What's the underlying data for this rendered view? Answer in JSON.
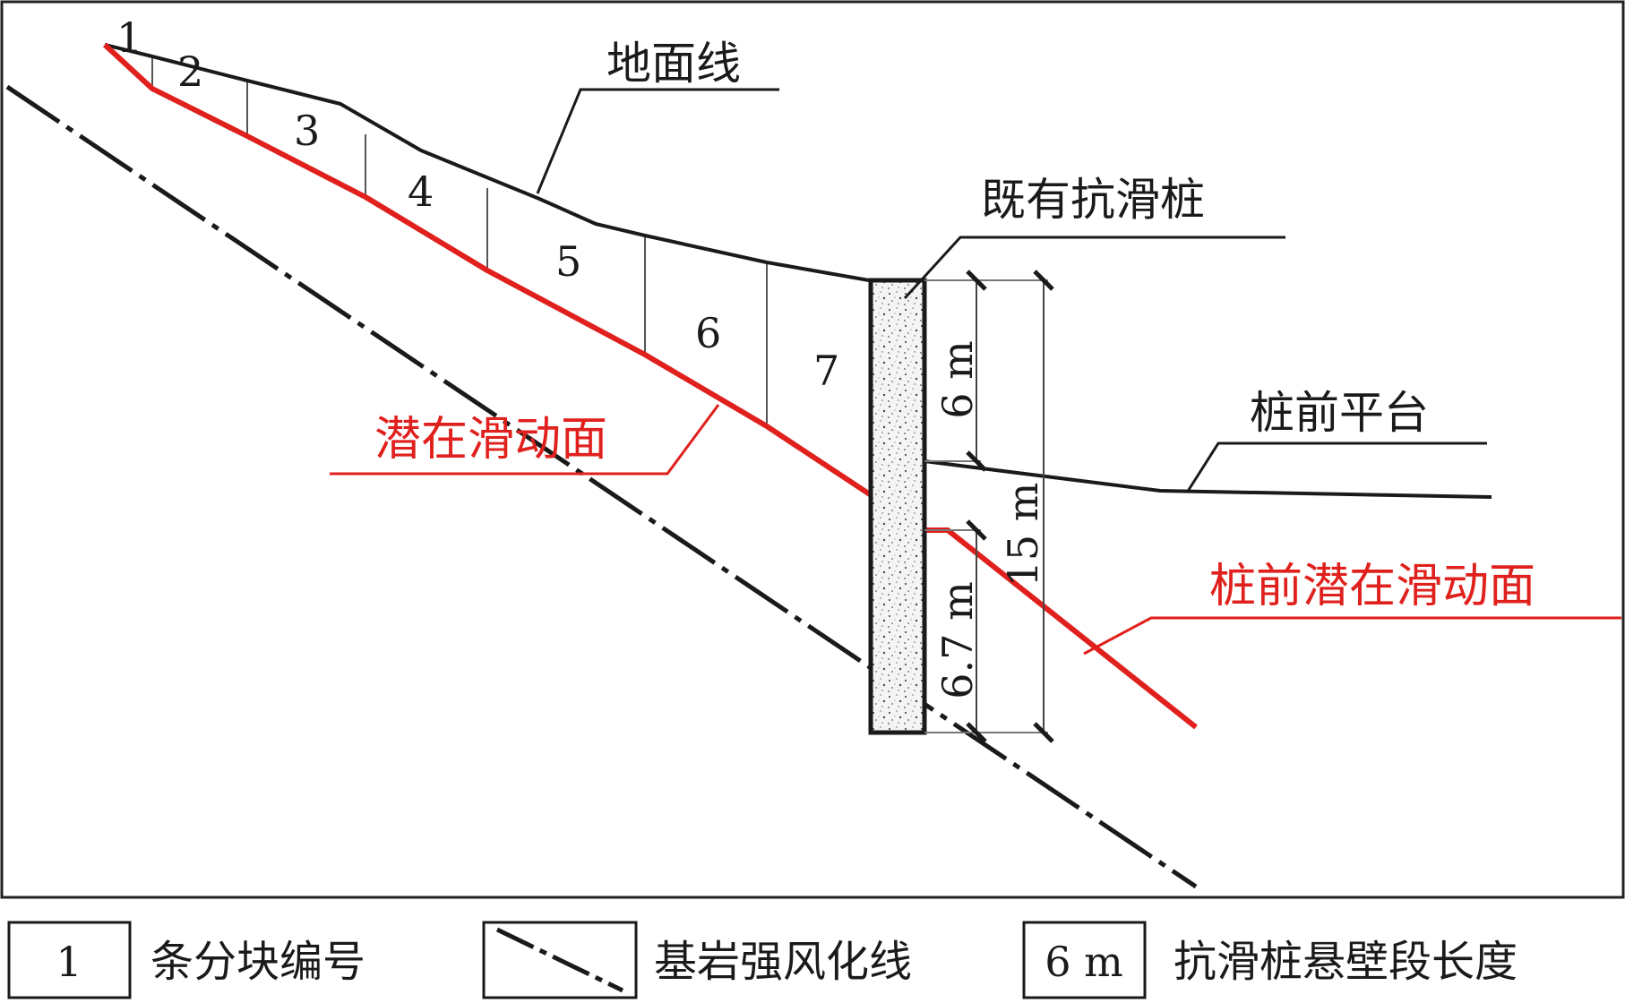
{
  "labels": {
    "ground_line": "地面线",
    "existing_pile": "既有抗滑桩",
    "platform": "桩前平台",
    "slip_surface": "潜在滑动面",
    "front_slip_surface": "桩前潜在滑动面"
  },
  "slice_numbers": [
    "1",
    "2",
    "3",
    "4",
    "5",
    "6",
    "7"
  ],
  "dimensions": {
    "upper": "6 m",
    "lower": "6.7 m",
    "total": "15 m"
  },
  "legend": {
    "items": [
      {
        "swatch": "1",
        "label": "条分块编号"
      },
      {
        "swatch": "",
        "label": "基岩强风化线"
      },
      {
        "swatch": "6 m",
        "label": "抗滑桩悬壁段长度"
      }
    ]
  },
  "colors": {
    "slip_surface": "#e0201c",
    "line": "#1a1a1a",
    "bedrock": "#1a1a1a"
  }
}
